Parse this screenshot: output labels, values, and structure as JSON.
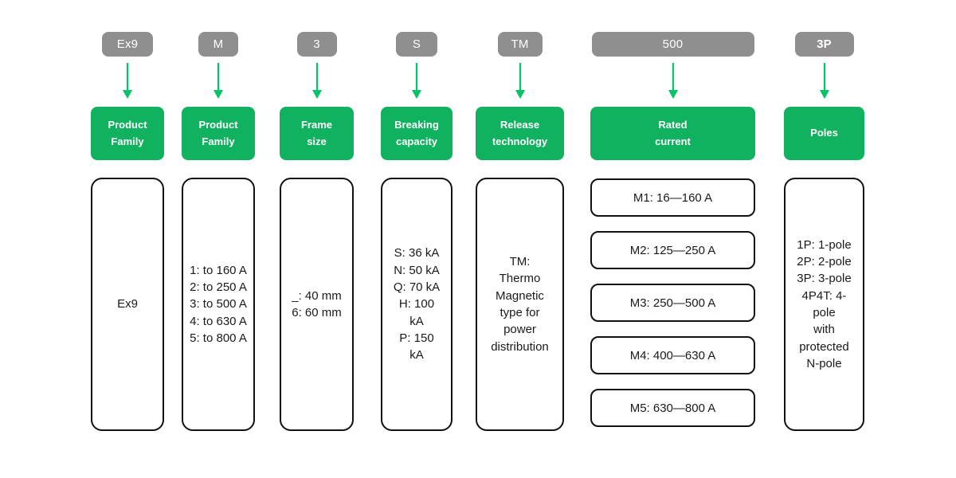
{
  "colors": {
    "badge_gray": "#8f8f8f",
    "badge_text": "#ffffff",
    "label_green": "#10b25f",
    "label_text": "#ffffff",
    "arrow_green": "#00c467",
    "border_black": "#111111",
    "text_dark": "#1a1a1a",
    "background": "#ffffff"
  },
  "columns": [
    {
      "code": "Ex9",
      "label": "Product\nFamily",
      "details": "Ex9"
    },
    {
      "code": "M",
      "label": "Product\nFamily",
      "details": "1: to 160 A\n2: to 250 A\n3: to 500 A\n4: to 630 A\n5: to 800 A"
    },
    {
      "code": "3",
      "label": "Frame\nsize",
      "details": "_: 40 mm\n6: 60 mm"
    },
    {
      "code": "S",
      "label": "Breaking\ncapacity",
      "details": "S: 36 kA\nN: 50 kA\nQ: 70 kA\nH: 100\nkA\nP: 150\nkA"
    },
    {
      "code": "TM",
      "label": "Release\ntechnology",
      "details": "TM:\nThermo\nMagnetic\ntype for\npower\ndistribution"
    },
    {
      "code": "500",
      "label": "Rated\ncurrent",
      "options": [
        "M1: 16—160 A",
        "M2: 125—250 A",
        "M3: 250—500 A",
        "M4: 400—630 A",
        "M5: 630—800 A"
      ]
    },
    {
      "code": "3P",
      "label": "Poles",
      "details": "1P: 1-pole\n2P: 2-pole\n3P: 3-pole\n4P4T: 4-\npole\nwith\nprotected\nN-pole"
    }
  ]
}
